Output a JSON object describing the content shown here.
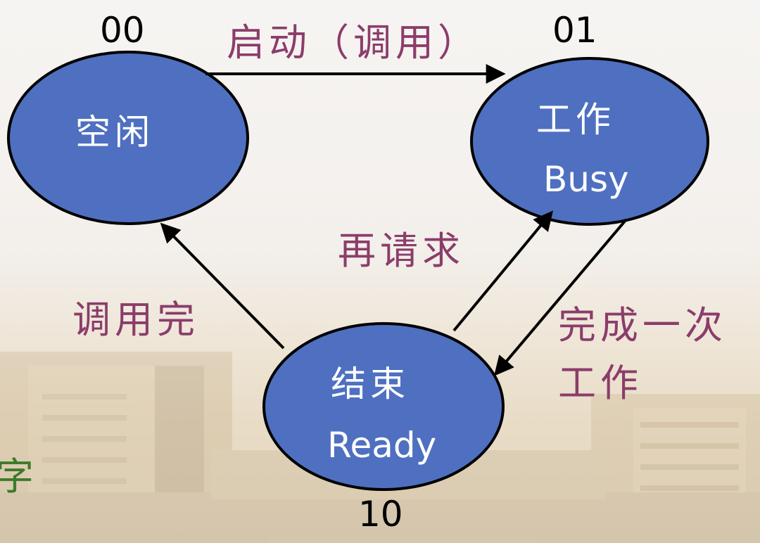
{
  "states": {
    "idle": {
      "code": "00",
      "label": "空闲"
    },
    "busy": {
      "code": "01",
      "label": "工作",
      "label_en": "Busy"
    },
    "ready": {
      "code": "10",
      "label": "结束",
      "label_en": "Ready"
    }
  },
  "transitions": {
    "start": "启动（调用）",
    "rerequest": "再请求",
    "call_done": "调用完",
    "work_done_line1": "完成一次",
    "work_done_line2": "工作"
  },
  "edge_text": "字",
  "colors": {
    "node_fill": "#4f70c0",
    "node_stroke": "#000000",
    "label": "#8b3d6a",
    "edge_text": "#3d7a2a"
  }
}
